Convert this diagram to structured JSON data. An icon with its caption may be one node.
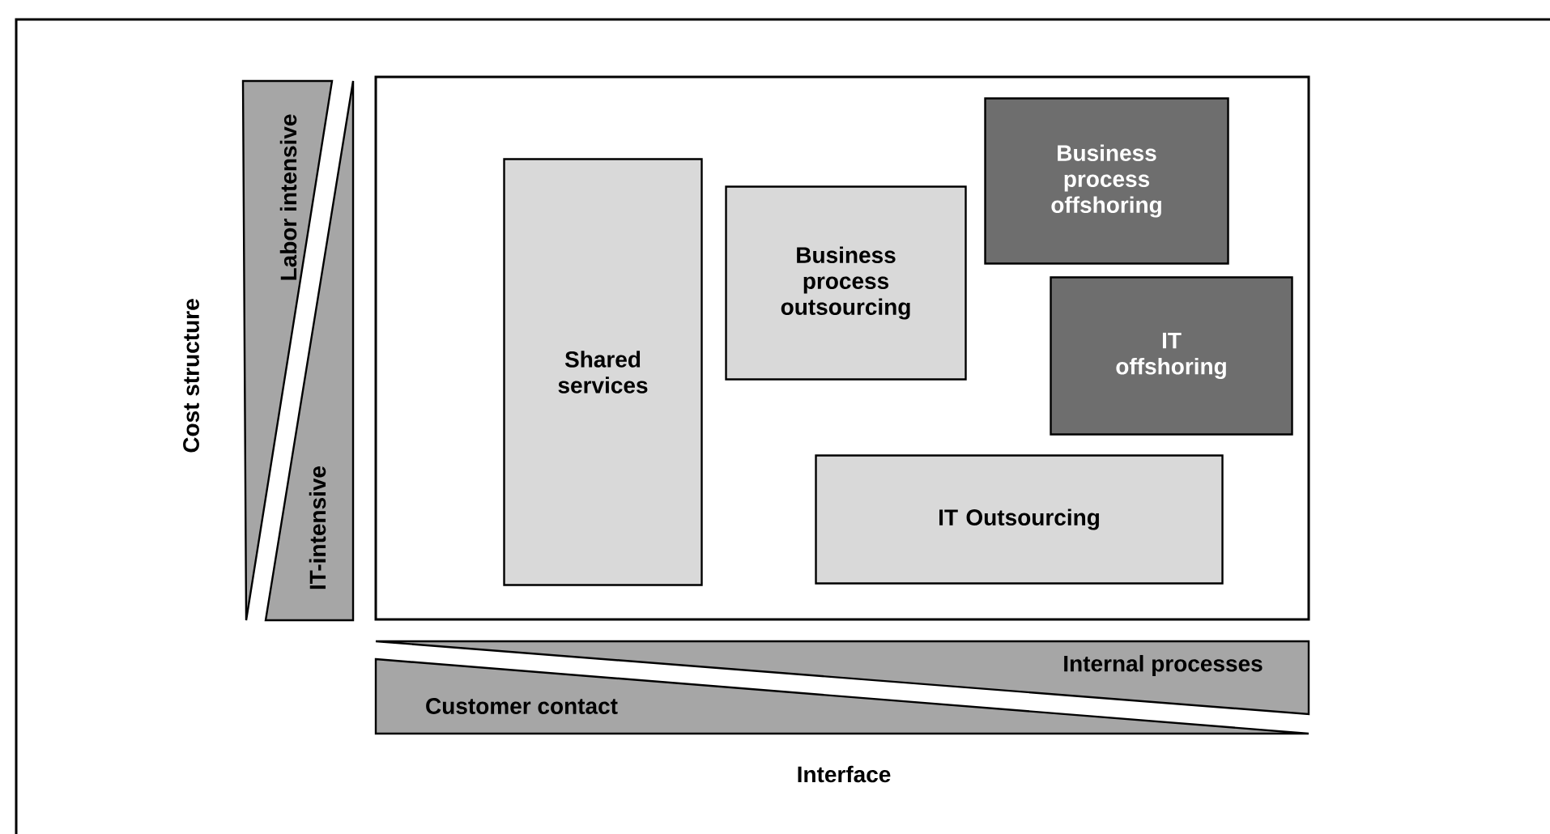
{
  "diagram": {
    "nodes": [
      {
        "text": [],
        "shape": "box"
      },
      {
        "text": [
          "Shared services"
        ],
        "in": 0
      },
      {
        "text": [
          "Business process outsourcing"
        ],
        "in": 0
      },
      {
        "text": [
          "Business process offshoring"
        ],
        "in": 0
      },
      {
        "text": [
          "IT offshoring"
        ],
        "in": 0
      },
      {
        "text": [
          "IT Outsourcing"
        ],
        "in": 0
      },
      {
        "text": [
          "Labor intensive"
        ]
      },
      {
        "text": [
          "IT-intensive"
        ]
      },
      {
        "text": [
          "Internal processes"
        ]
      },
      {
        "text": [
          "Customer contact"
        ]
      }
    ],
    "labels": [
      "Cost structure",
      "Interface"
    ]
  }
}
